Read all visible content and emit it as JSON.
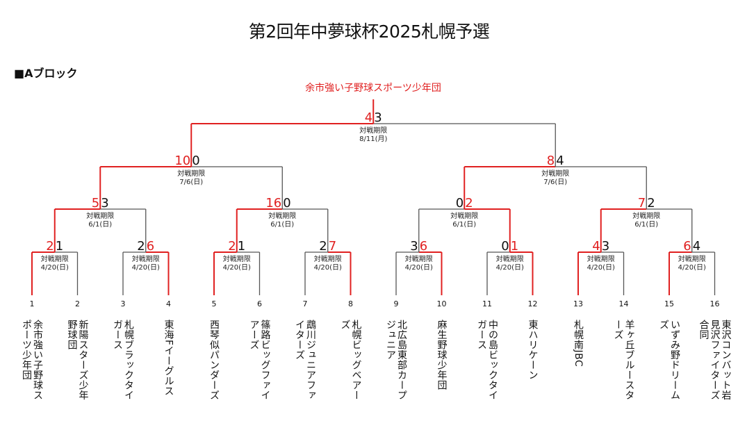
{
  "title": "第2回年中夢球杯2025札幌予選",
  "block_label": "■Aブロック",
  "champion": "余市強い子野球スポーツ少年団",
  "colors": {
    "win": "#e02020",
    "line": "#555555",
    "text": "#111111"
  },
  "deadline_label": "対戦期限",
  "teams": [
    {
      "seed": "1",
      "name": "余市強い子野球スポーツ少年団"
    },
    {
      "seed": "2",
      "name": "新陽スターズ少年野球団"
    },
    {
      "seed": "3",
      "name": "札幌ブラックタイガース"
    },
    {
      "seed": "4",
      "name": "東海Fイーグルス"
    },
    {
      "seed": "5",
      "name": "西琴似パンダーズ"
    },
    {
      "seed": "6",
      "name": "篠路ビッグファイアーズ"
    },
    {
      "seed": "7",
      "name": "鵡川ジュニアファイターズ"
    },
    {
      "seed": "8",
      "name": "札幌ビッグベアーズ"
    },
    {
      "seed": "9",
      "name": "北広島東部カープジュニア"
    },
    {
      "seed": "10",
      "name": "麻生野球少年団"
    },
    {
      "seed": "11",
      "name": "中の島ビックタイガース"
    },
    {
      "seed": "12",
      "name": "東ハリケーン"
    },
    {
      "seed": "13",
      "name": "札幌南JBC"
    },
    {
      "seed": "14",
      "name": "羊ヶ丘ブルースターズ"
    },
    {
      "seed": "15",
      "name": "いずみ野ドリームズ"
    },
    {
      "seed": "16",
      "name": "東沢コンバット岩見沢ファイターズ合同"
    }
  ],
  "rounds": [
    {
      "matches": [
        {
          "date": "4/20(日)",
          "scores": [
            "2",
            "1"
          ],
          "winner": 0
        },
        {
          "date": "4/20(日)",
          "scores": [
            "2",
            "6"
          ],
          "winner": 1
        },
        {
          "date": "4/20(日)",
          "scores": [
            "2",
            "1"
          ],
          "winner": 0
        },
        {
          "date": "4/20(日)",
          "scores": [
            "2",
            "7"
          ],
          "winner": 1
        },
        {
          "date": "4/20(日)",
          "scores": [
            "3",
            "6"
          ],
          "winner": 1
        },
        {
          "date": "4/20(日)",
          "scores": [
            "0",
            "1"
          ],
          "winner": 1
        },
        {
          "date": "4/20(日)",
          "scores": [
            "4",
            "3"
          ],
          "winner": 0
        },
        {
          "date": "4/20(日)",
          "scores": [
            "6",
            "4"
          ],
          "winner": 0
        }
      ]
    },
    {
      "matches": [
        {
          "date": "6/1(日)",
          "scores": [
            "5",
            "3"
          ],
          "winner": 0
        },
        {
          "date": "6/1(日)",
          "scores": [
            "16",
            "0"
          ],
          "winner": 0
        },
        {
          "date": "6/1(日)",
          "scores": [
            "0",
            "2"
          ],
          "winner": 1
        },
        {
          "date": "6/1(日)",
          "scores": [
            "7",
            "2"
          ],
          "winner": 0
        }
      ]
    },
    {
      "matches": [
        {
          "date": "7/6(日)",
          "scores": [
            "10",
            "0"
          ],
          "winner": 0
        },
        {
          "date": "7/6(日)",
          "scores": [
            "8",
            "4"
          ],
          "winner": 0
        }
      ]
    },
    {
      "matches": [
        {
          "date": "8/11(月)",
          "scores": [
            "4",
            "3"
          ],
          "winner": 0
        }
      ]
    }
  ]
}
